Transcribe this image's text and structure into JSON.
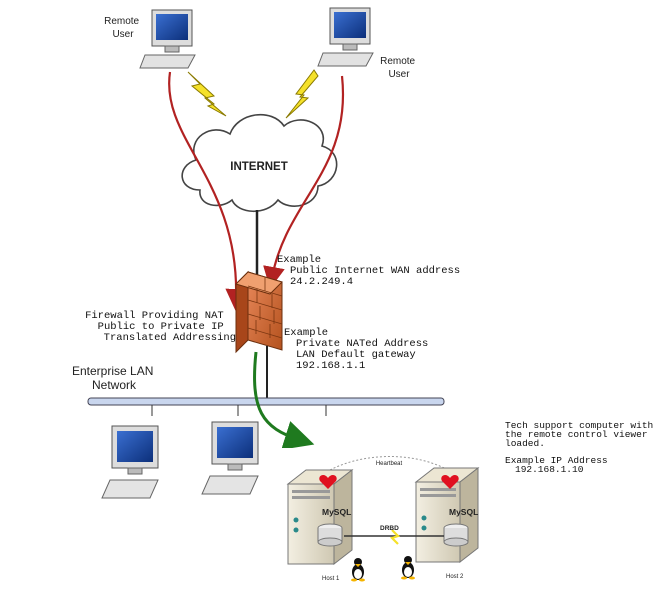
{
  "remote_user_left": [
    "Remote",
    "User"
  ],
  "remote_user_right": [
    "Remote",
    "User"
  ],
  "internet_label": "INTERNET",
  "wan": {
    "heading": "Example",
    "line1": "Public Internet WAN address",
    "line2": "24.2.249.4"
  },
  "firewall": {
    "line1": "Firewall Providing NAT",
    "line2": "Public to Private IP",
    "line3": "Translated Addressing"
  },
  "lan_gateway": {
    "heading": "Example",
    "line1": "Private NATed Address",
    "line2": "LAN Default gateway",
    "line3": "192.168.1.1"
  },
  "enterprise_lan": [
    "Enterprise LAN",
    "Network"
  ],
  "tech_support": {
    "line1": "Tech support computer with",
    "line2": "the remote control viewer",
    "line3": "loaded.",
    "line4": "Example IP Address",
    "line5": "192.168.1.10"
  },
  "cluster": {
    "heartbeat": "Heartbeat",
    "drbd": "DRBD",
    "host1": "Host 1",
    "host2": "Host 2",
    "mysql_a": "MySQL",
    "mysql_b": "MySQL"
  },
  "colors": {
    "red_arrow": "#b22222",
    "green_arrow": "#1f7a1f",
    "lightning": "#f5e12a",
    "lan_bar": "#c9d6ee",
    "brick": "#d2691e"
  }
}
